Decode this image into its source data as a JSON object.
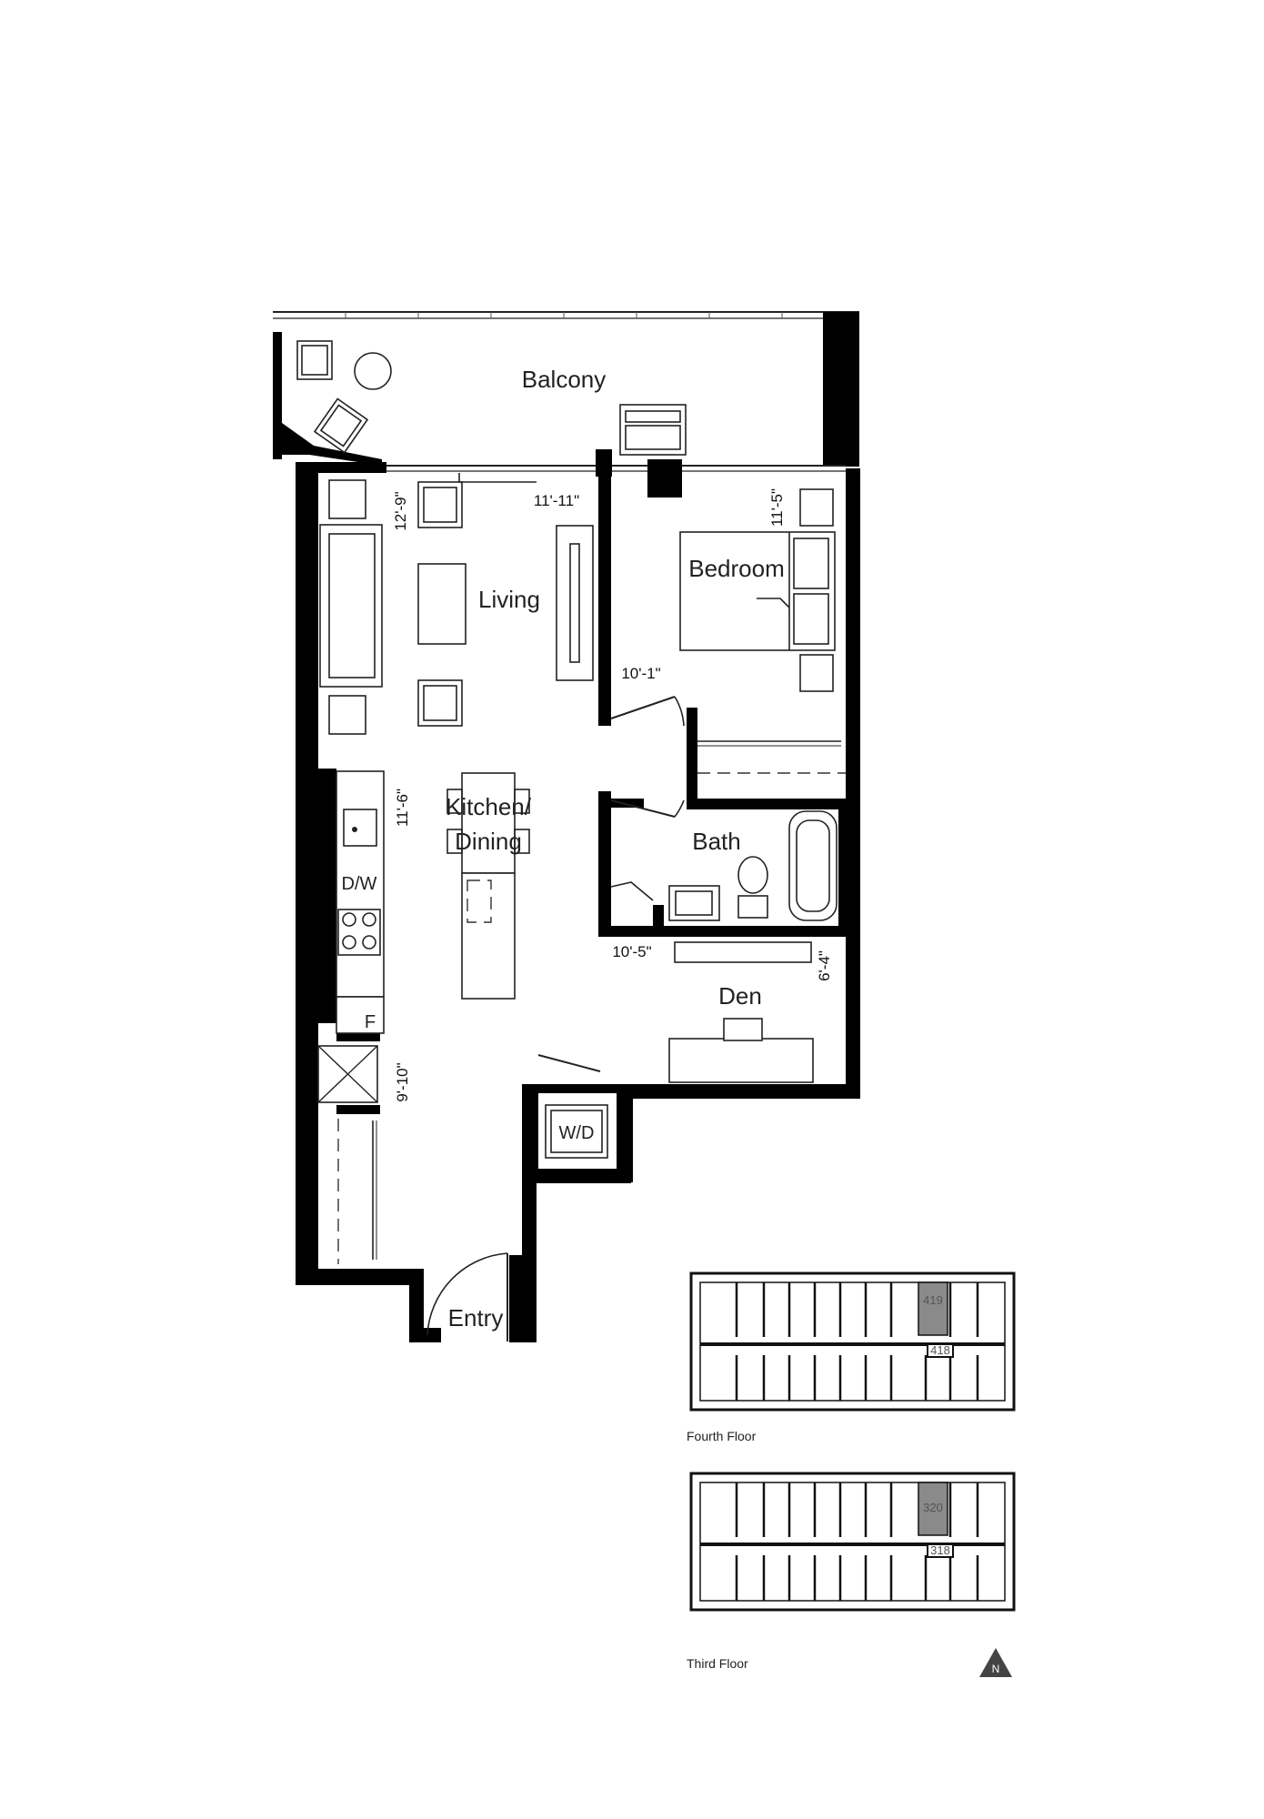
{
  "rooms": {
    "balcony": "Balcony",
    "living": "Living",
    "bedroom": "Bedroom",
    "kitchen_dining_1": "Kitchen/",
    "kitchen_dining_2": "Dining",
    "bath": "Bath",
    "den": "Den",
    "entry": "Entry"
  },
  "dimensions": {
    "living_depth": "12'-9\"",
    "living_width": "11'-11\"",
    "bedroom_depth": "11'-5\"",
    "bedroom_width": "10'-1\"",
    "kitchen_depth": "11'-6\"",
    "den_width": "10'-5\"",
    "den_depth": "6'-4\"",
    "foyer_depth": "9'-10\""
  },
  "fixtures": {
    "dishwasher": "D/W",
    "fridge": "F",
    "washer_dryer": "W/D"
  },
  "key_plans": {
    "fourth_floor": {
      "caption": "Fourth Floor",
      "unit": "419",
      "unit_below": "418"
    },
    "third_floor": {
      "caption": "Third Floor",
      "unit": "320",
      "unit_below": "318"
    }
  },
  "north_arrow": {
    "label": "N",
    "icon": "north-arrow-icon"
  },
  "colors": {
    "wall": "#000000",
    "highlight_unit": "#8a8a8a",
    "background": "#ffffff"
  }
}
